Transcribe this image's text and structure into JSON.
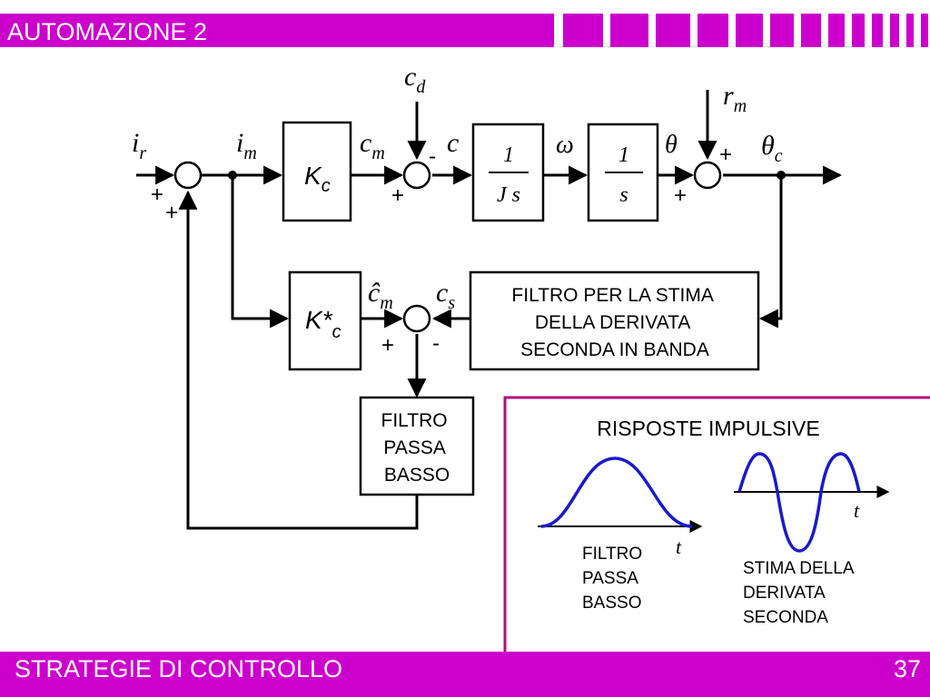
{
  "header": {
    "title": "AUTOMAZIONE 2"
  },
  "footer": {
    "title": "STRATEGIE DI CONTROLLO",
    "page": "37"
  },
  "diagram": {
    "signals": {
      "ir_base": "i",
      "ir_sub": "r",
      "im_base": "i",
      "im_sub": "m",
      "cm_base": "c",
      "cm_sub": "m",
      "cd_base": "c",
      "cd_sub": "d",
      "c": "c",
      "omega": "ω",
      "theta": "θ",
      "rm_base": "r",
      "rm_sub": "m",
      "thetac_base": "θ",
      "thetac_sub": "c",
      "chatm_base": "ĉ",
      "chatm_sub": "m",
      "cs_base": "c",
      "cs_sub": "s"
    },
    "blocks": {
      "kc_base": "K",
      "kc_sub": "c",
      "kcstar_base": "K*",
      "kcstar_sub": "c",
      "plant_num": "1",
      "plant_den": "J s",
      "integrator_num": "1",
      "integrator_den": "s",
      "derivative_filter": [
        "FILTRO PER LA STIMA",
        "DELLA DERIVATA",
        "SECONDA IN BANDA"
      ],
      "lowpass_filter": [
        "FILTRO",
        "PASSA",
        "BASSO"
      ]
    },
    "signs": {
      "sum1_left": "+",
      "sum1_bottom": "+",
      "sum2_top": "-",
      "sum2_left": "+",
      "sum3_top": "+",
      "sum3_left": "+",
      "sum4_left": "+",
      "sum4_right": "-"
    }
  },
  "inset": {
    "title": "RISPOSTE IMPULSIVE",
    "left_axis": "t",
    "right_axis": "t",
    "left_caption": [
      "FILTRO",
      "PASSA",
      "BASSO"
    ],
    "right_caption": [
      "STIMA DELLA",
      "DERIVATA",
      "SECONDA"
    ],
    "curve_color": "#1a1acc",
    "border_color": "#b0107a"
  },
  "colors": {
    "brand": "#cc00cc"
  }
}
